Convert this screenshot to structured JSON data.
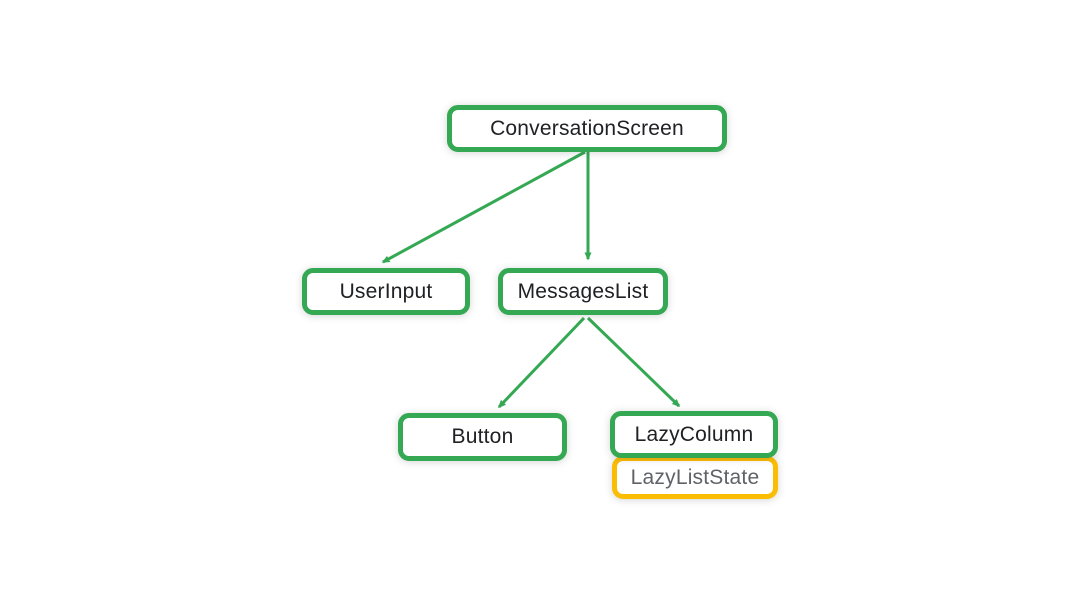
{
  "diagram": {
    "type": "component-tree",
    "nodes": {
      "conversation_screen": {
        "label": "ConversationScreen",
        "border_color": "#34A853",
        "text_color": "#202124"
      },
      "user_input": {
        "label": "UserInput",
        "border_color": "#34A853",
        "text_color": "#202124"
      },
      "messages_list": {
        "label": "MessagesList",
        "border_color": "#34A853",
        "text_color": "#202124"
      },
      "button": {
        "label": "Button",
        "border_color": "#34A853",
        "text_color": "#202124"
      },
      "lazy_column": {
        "label": "LazyColumn",
        "border_color": "#34A853",
        "text_color": "#202124"
      },
      "lazy_list_state": {
        "label": "LazyListState",
        "border_color": "#FBBC04",
        "text_color": "#5F6368"
      }
    },
    "edges": [
      {
        "from": "ConversationScreen",
        "to": "UserInput"
      },
      {
        "from": "ConversationScreen",
        "to": "MessagesList"
      },
      {
        "from": "MessagesList",
        "to": "Button"
      },
      {
        "from": "MessagesList",
        "to": "LazyColumn"
      }
    ],
    "colors": {
      "node_green": "#34A853",
      "node_yellow": "#FBBC04",
      "arrow": "#34A853",
      "background": "#FFFFFF"
    }
  }
}
